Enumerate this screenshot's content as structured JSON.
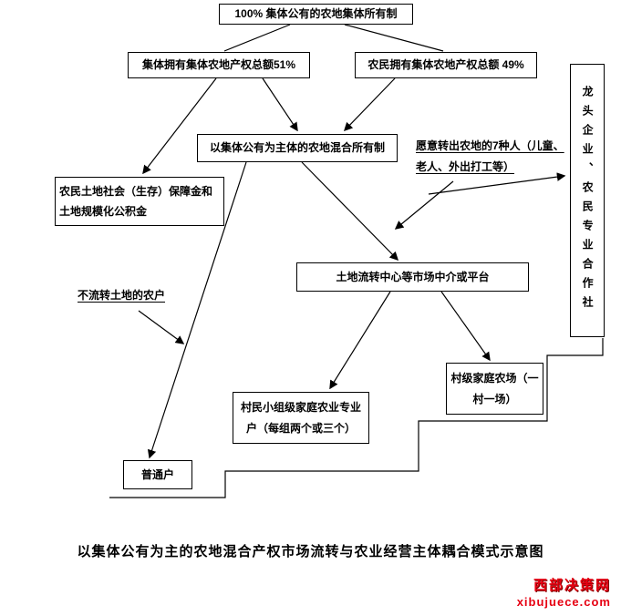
{
  "diagram": {
    "top_box": "100%  集体公有的农地集体所有制",
    "collective_share_box": "集体拥有集体农地产权总额51%",
    "farmer_share_box": "农民拥有集体农地产权总额 49%",
    "mixed_ownership_box": "以集体公有为主体的农地混合所有制",
    "willing_transfer_label": "愿意转出农地的7种人（儿童、老人、外出打工等）",
    "security_fund_box": "农民土地社会（生存）保障金和土地规模化公积金",
    "non_transfer_label": "不流转土地的农户",
    "platform_box": "土地流转中心等市场中介或平台",
    "enterprise_box": "龙头企业、农民专业合作社",
    "village_farm_box": "村级家庭农场（一村一场）",
    "group_household_box": "村民小组级家庭农业专业户（每组两个或三个）",
    "ordinary_household_box": "普通户"
  },
  "caption": "以集体公有为主的农地混合产权市场流转与农业经营主体耦合模式示意图",
  "watermark": {
    "site_name": "西部决策网",
    "site_domain": "xibujuece.com",
    "accent_color": "#e60012"
  }
}
